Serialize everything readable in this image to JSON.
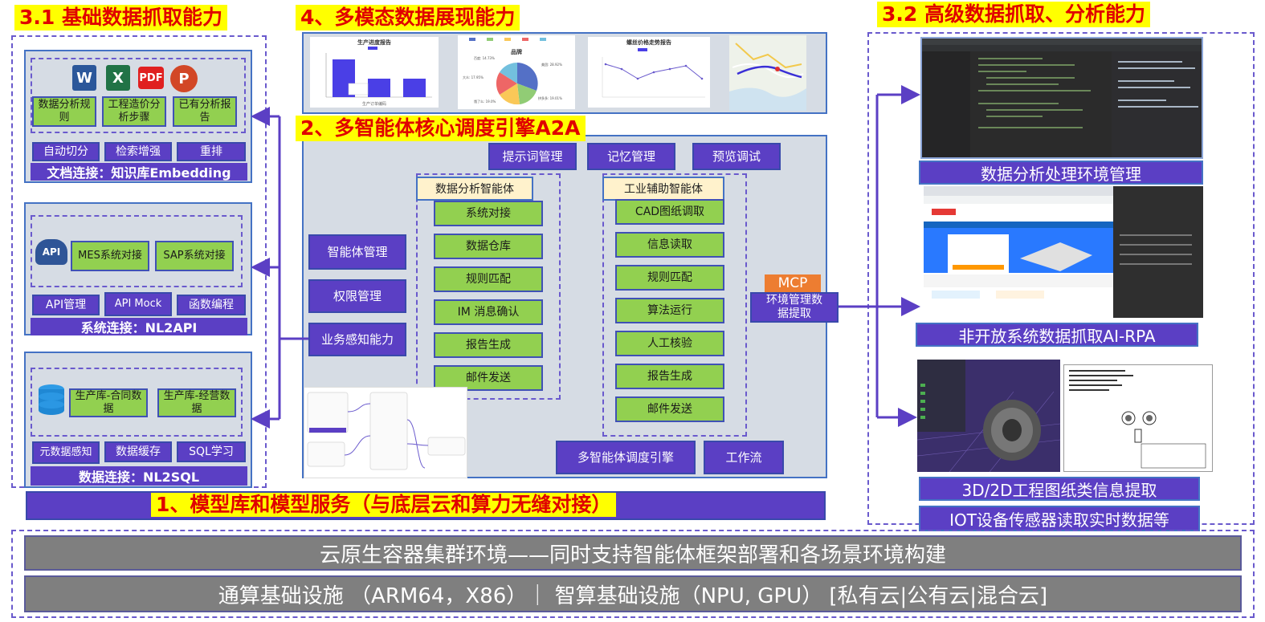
{
  "titles": {
    "basic": "3.1 基础数据抓取能力",
    "multimodal": "4、多模态数据展现能力",
    "advanced": "3.2 高级数据抓取、分析能力",
    "a2a": "2、多智能体核心调度引擎A2A",
    "model": "1、模型库和模型服务（与底层云和算力无缝对接）"
  },
  "doc_section": {
    "icons": [
      "word-icon",
      "excel-icon",
      "pdf-icon",
      "powerpoint-icon"
    ],
    "boxes": [
      "数据分析规则",
      "工程造价分析步骤",
      "已有分析报告"
    ],
    "tools": [
      "自动切分",
      "检索增强",
      "重排"
    ],
    "footer": "文档连接：知识库Embedding"
  },
  "api_section": {
    "api_label": "API",
    "boxes": [
      "MES系统对接",
      "SAP系统对接"
    ],
    "tools": [
      "API管理",
      "API Mock",
      "函数编程"
    ],
    "footer": "系统连接：NL2API"
  },
  "sql_section": {
    "boxes": [
      "生产库-合同数据",
      "生产库-经营数据"
    ],
    "tools": [
      "元数据感知",
      "数据缓存",
      "SQL学习"
    ],
    "footer": "数据连接：NL2SQL"
  },
  "multimodal": {
    "chart1_title": "生产进度报告",
    "chart1_xlabel": "生产订单编码",
    "chart2_title": "品牌",
    "chart2_labels": [
      "美团: 28.92%",
      "百度: 14.73%",
      "大众: 17.95%",
      "饿了么: 19.0%",
      "拼多多: 19.01%"
    ],
    "chart3_title": "螺丝价格走势报告"
  },
  "a2a": {
    "top_buttons": [
      "提示词管理",
      "记忆管理",
      "预览调试"
    ],
    "left_buttons": [
      "智能体管理",
      "权限管理",
      "业务感知能力"
    ],
    "agent1": {
      "title": "数据分析智能体",
      "items": [
        "系统对接",
        "数据仓库",
        "规则匹配",
        "IM 消息确认",
        "报告生成",
        "邮件发送"
      ]
    },
    "agent2": {
      "title": "工业辅助智能体",
      "items": [
        "CAD图纸调取",
        "信息读取",
        "规则匹配",
        "算法运行",
        "人工核验",
        "报告生成",
        "邮件发送"
      ]
    },
    "mcp_label": "MCP",
    "mcp_text": "环境管理数据提取",
    "bottom_buttons": [
      "多智能体调度引擎",
      "工作流"
    ]
  },
  "advanced": {
    "captions": [
      "数据分析处理环境管理",
      "非开放系统数据抓取AI-RPA",
      "3D/2D工程图纸类信息提取",
      "IOT设备传感器读取实时数据等"
    ]
  },
  "infra": {
    "line1": "云原生容器集群环境——同时支持智能体框架部署和各场景环境构建",
    "line2": "通算基础设施 （ARM64，X86）｜ 智算基础设施（NPU, GPU） [私有云|公有云|混合云]"
  },
  "colors": {
    "accent_purple": "#5b3fc4",
    "green": "#92d050",
    "title_red": "#e00000",
    "title_bg": "#ffff00"
  }
}
